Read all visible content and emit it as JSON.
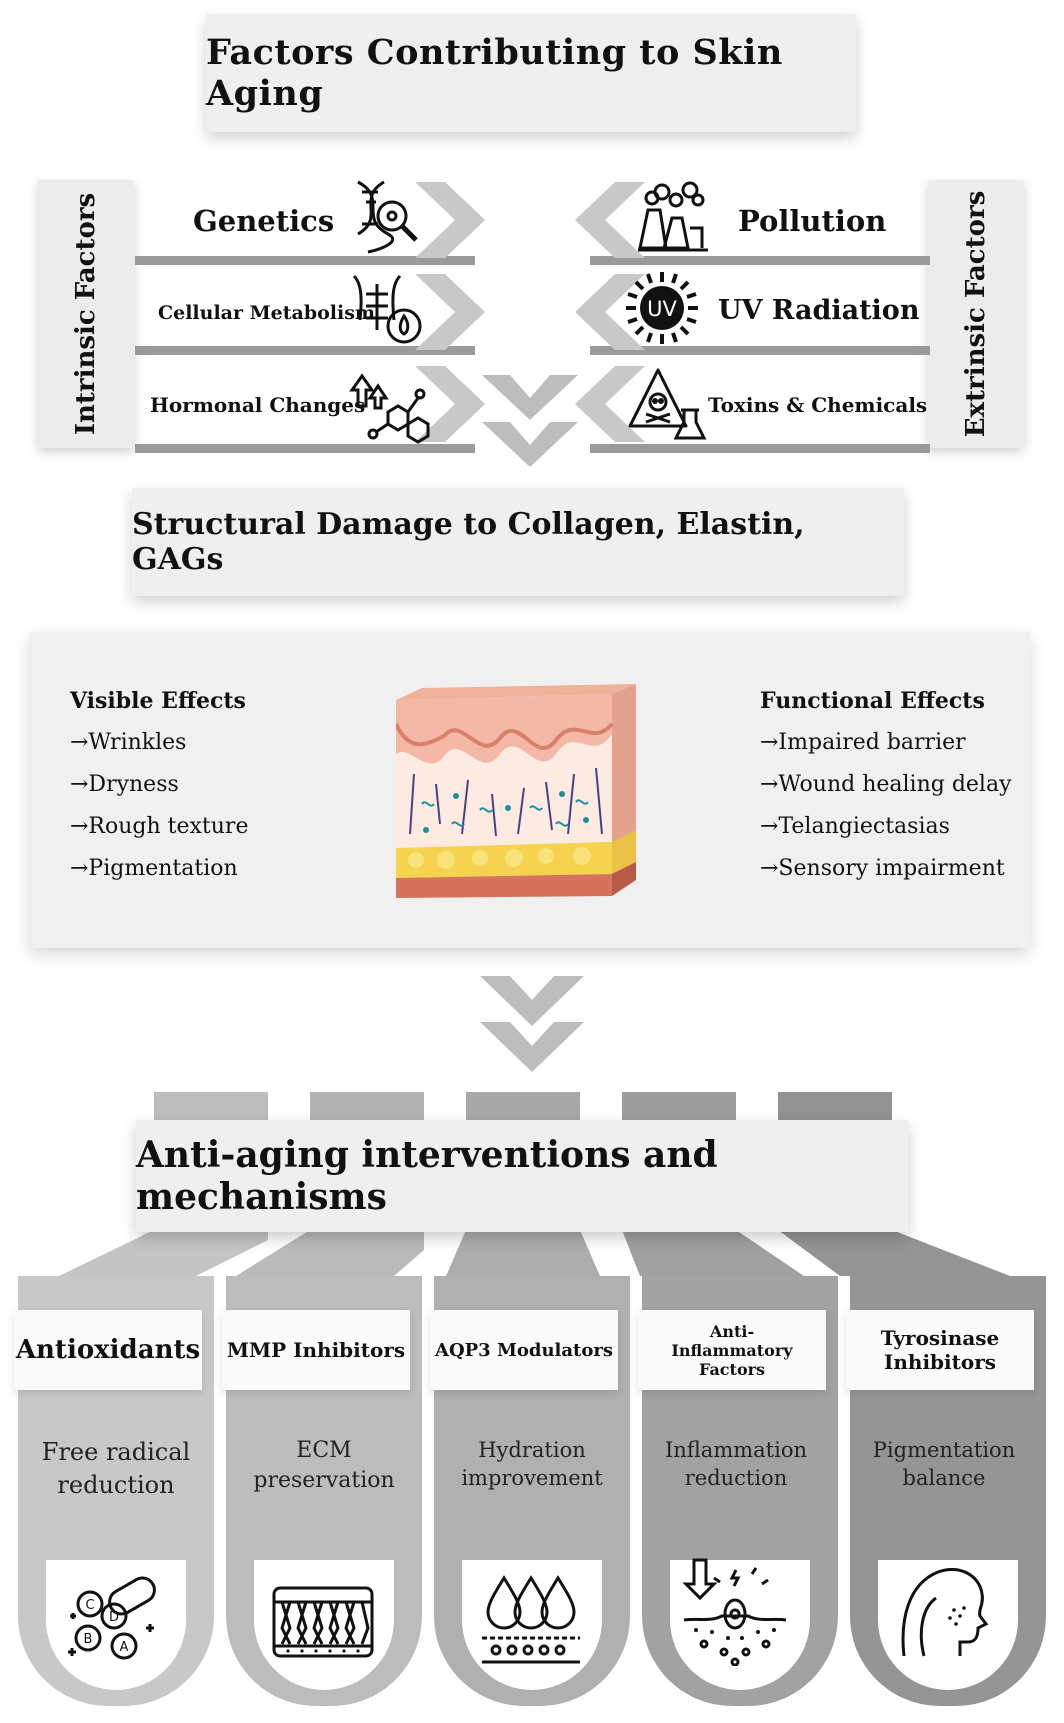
{
  "title": "Factors Contributing to Skin Aging",
  "intrinsic": {
    "label": "Intrinsic Factors",
    "items": [
      {
        "label": "Genetics",
        "icon": "dna-icon"
      },
      {
        "label": "Cellular Metabolism",
        "icon": "body-metabolism-icon"
      },
      {
        "label": "Hormonal Changes",
        "icon": "hormone-molecule-icon"
      }
    ]
  },
  "extrinsic": {
    "label": "Extrinsic Factors",
    "items": [
      {
        "label": "Pollution",
        "icon": "factory-icon"
      },
      {
        "label": "UV Radiation",
        "icon": "uv-sun-icon",
        "icon_text": "UV"
      },
      {
        "label": "Toxins & Chemicals",
        "icon": "hazard-icon"
      }
    ]
  },
  "structural": "Structural Damage to Collagen, Elastin, GAGs",
  "effects": {
    "visible": {
      "heading": "Visible Effects",
      "items": [
        "→Wrinkles",
        "→Dryness",
        "→Rough texture",
        "→Pigmentation"
      ]
    },
    "functional": {
      "heading": "Functional Effects",
      "items": [
        "→Impaired barrier",
        "→Wound healing delay",
        "→Telangiectasias",
        "→Sensory impairment"
      ]
    }
  },
  "interventions": {
    "title": "Anti-aging interventions and mechanisms",
    "cards": [
      {
        "label": "Antioxidants",
        "desc": "Free radical reduction",
        "icon": "vitamin-capsule-icon",
        "icon_letters": [
          "C",
          "D",
          "B",
          "A"
        ]
      },
      {
        "label": "MMP Inhibitors",
        "desc": "ECM preservation",
        "icon": "ecm-tissue-icon"
      },
      {
        "label": "AQP3 Modulators",
        "desc": "Hydration improvement",
        "icon": "water-drops-icon"
      },
      {
        "label": "Anti-Inflammatory Factors",
        "desc": "Inflammation reduction",
        "icon": "inflammation-skin-icon"
      },
      {
        "label": "Tyrosinase Inhibitors",
        "desc": "Pigmentation balance",
        "icon": "face-pigment-icon"
      }
    ]
  },
  "colors": {
    "panel": "#efefef",
    "bar": "#9a9a9a",
    "chevron": "#bdbdbd",
    "card_light": "#c9c9c9",
    "card_dark": "#8f8f8f"
  }
}
